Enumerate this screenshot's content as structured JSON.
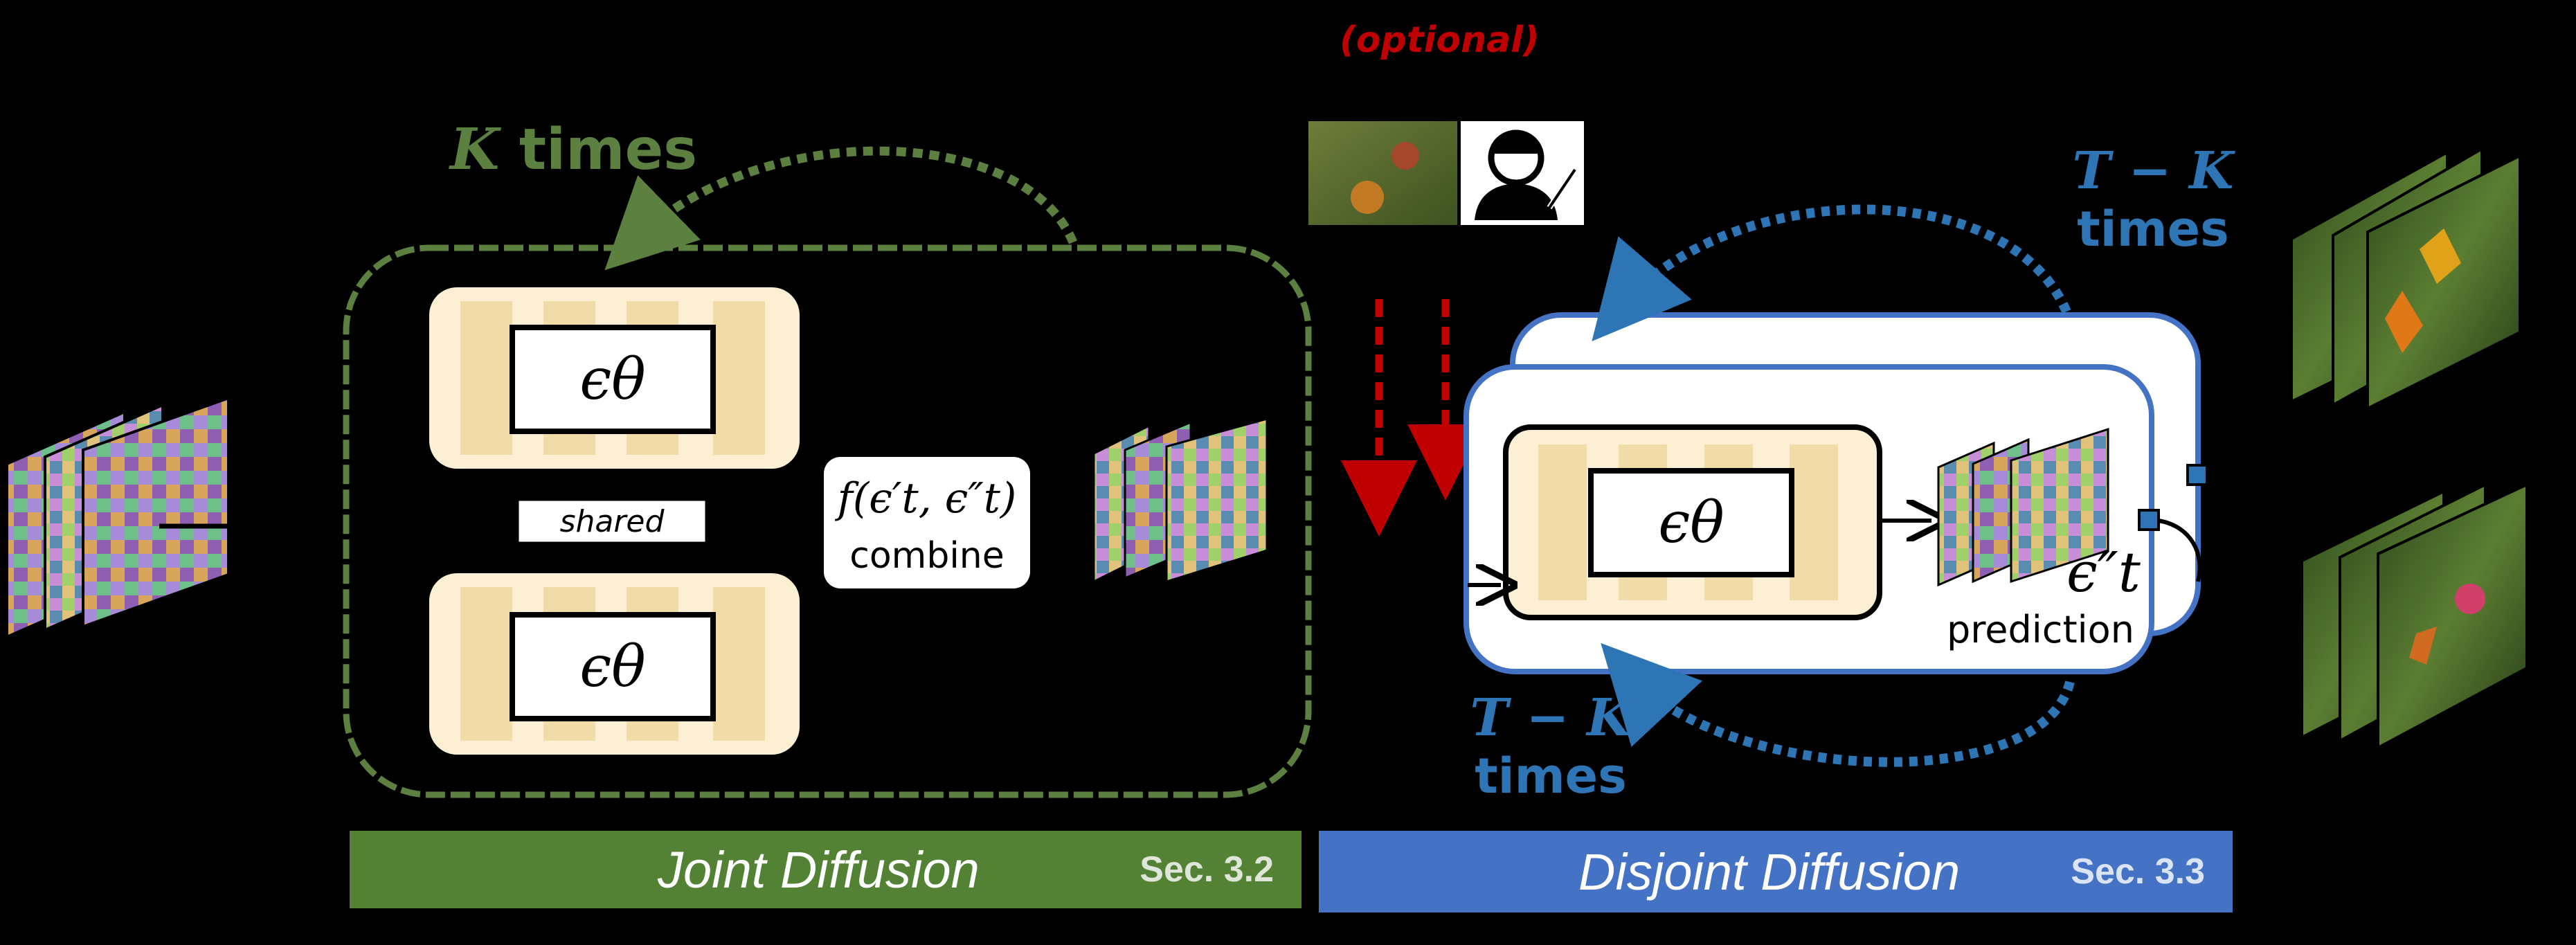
{
  "colors": {
    "background": "#000000",
    "joint_green": "#5b8040",
    "joint_banner": "#548235",
    "disjoint_blue": "#4472c4",
    "loop_blue": "#2e75b6",
    "optional_red": "#c00000",
    "unet_cream": "#fcefd4",
    "unet_stripe": "#f1dba7"
  },
  "optional_label": "(optional)",
  "joint": {
    "loop_label_var": "K",
    "loop_label_suffix": " times",
    "unet_top_label": "ϵθ",
    "unet_bottom_label": "ϵθ",
    "shared_label": "shared",
    "combine_formula": "f(ϵ′t, ϵ″t)",
    "combine_label": "combine",
    "banner_title": "Joint Diffusion",
    "banner_sec": "Sec. 3.2"
  },
  "disjoint": {
    "loop_top_var": "T − K",
    "loop_top_suffix": "times",
    "loop_bottom_var": "T − K",
    "loop_bottom_suffix": "times",
    "unet_label": "ϵθ",
    "prediction_symbol": "ϵ″t",
    "prediction_label": "prediction",
    "banner_title": "Disjoint Diffusion",
    "banner_sec": "Sec. 3.3"
  },
  "icons": [
    "photo-thumbnail-icon",
    "artist-sketch-icon"
  ]
}
